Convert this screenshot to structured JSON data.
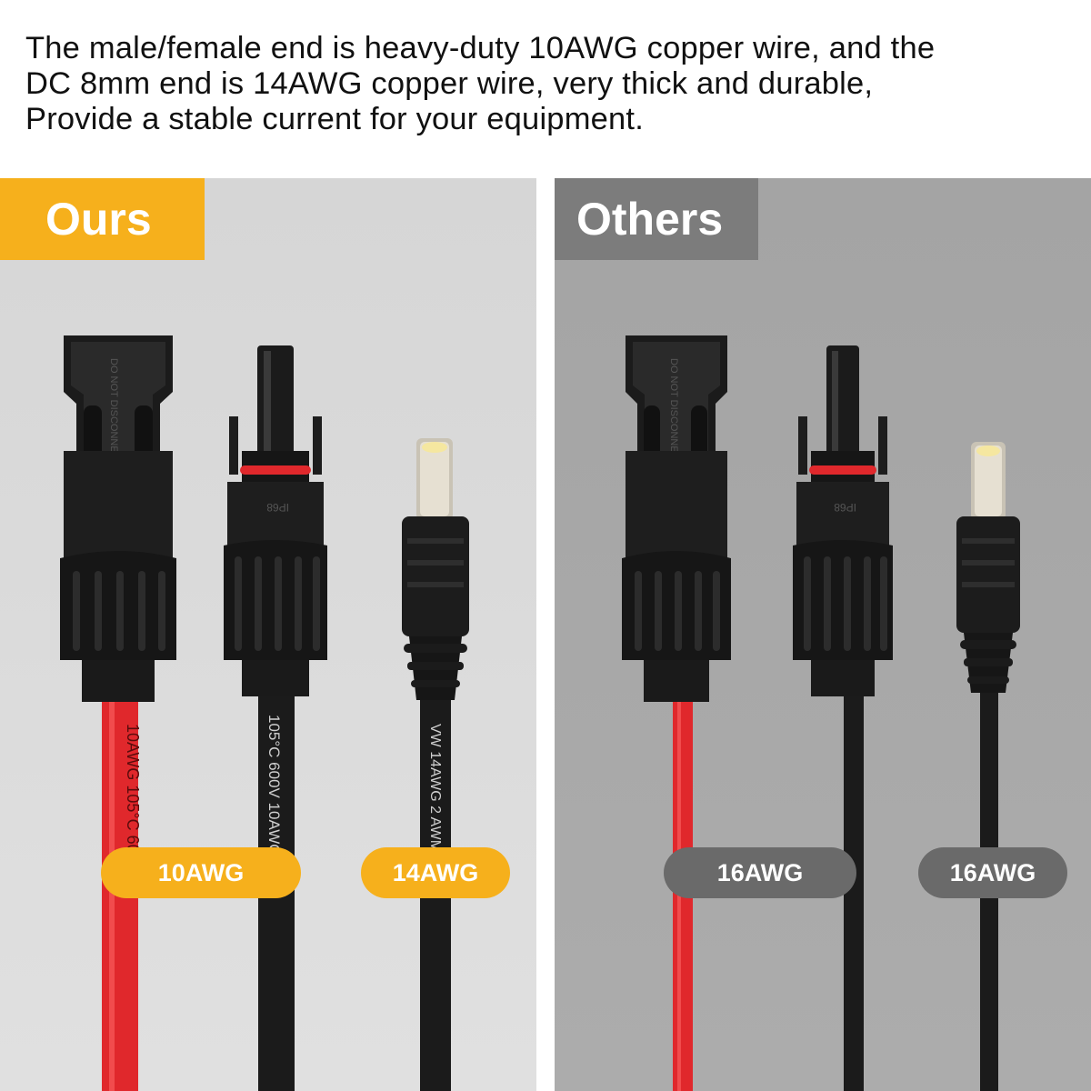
{
  "caption": {
    "line1": "The male/female end is heavy-duty 10AWG copper wire, and the",
    "line2": "DC 8mm end is 14AWG copper wire, very thick and durable,",
    "line3": "Provide a stable current for your equipment."
  },
  "ours": {
    "label": "Ours",
    "badges": [
      "10AWG",
      "14AWG"
    ],
    "wire_prints": {
      "red": "10AWG 105°C 600V",
      "black": "105°C 600V 10AWG shou",
      "dc": "VW 14AWG 2 AWM 5814"
    }
  },
  "others": {
    "label": "Others",
    "badges": [
      "16AWG",
      "16AWG"
    ]
  },
  "connector_prints": {
    "female_warning": "DO NOT DISCONNECT UNDER LOAD",
    "rating": "IP68"
  },
  "colors": {
    "accent": "#f6b01c",
    "others_tab": "#7c7c7c",
    "others_badge": "#6a6a6a",
    "red_wire": "#e0282c",
    "connector": "#1b1b1b"
  }
}
